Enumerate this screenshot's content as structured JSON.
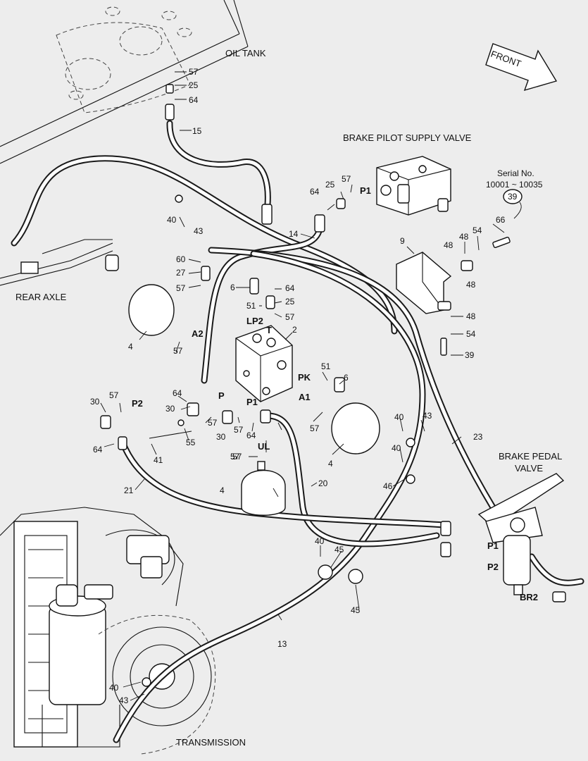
{
  "titles": {
    "oil_tank": "OIL TANK",
    "brake_pilot_supply_valve": "BRAKE PILOT SUPPLY VALVE",
    "serial_label": "Serial No.",
    "serial_range": "10001 ~ 10035",
    "serial_ref": "39",
    "rear_axle": "REAR AXLE",
    "brake_pedal_line1": "BRAKE PEDAL",
    "brake_pedal_line2": "VALVE",
    "transmission": "TRANSMISSION",
    "front": "FRONT"
  },
  "callouts": [
    {
      "id": "c57a",
      "text": "57"
    },
    {
      "id": "c25a",
      "text": "25"
    },
    {
      "id": "c64a",
      "text": "64"
    },
    {
      "id": "c15",
      "text": "15"
    },
    {
      "id": "c64b",
      "text": "64"
    },
    {
      "id": "c25b",
      "text": "25"
    },
    {
      "id": "c57b",
      "text": "57"
    },
    {
      "id": "c40a",
      "text": "40"
    },
    {
      "id": "c43a",
      "text": "43"
    },
    {
      "id": "c14",
      "text": "14"
    },
    {
      "id": "c66",
      "text": "66"
    },
    {
      "id": "c9",
      "text": "9"
    },
    {
      "id": "c48a",
      "text": "48"
    },
    {
      "id": "c48b",
      "text": "48"
    },
    {
      "id": "c54a",
      "text": "54"
    },
    {
      "id": "c60",
      "text": "60"
    },
    {
      "id": "c27",
      "text": "27"
    },
    {
      "id": "c57c",
      "text": "57"
    },
    {
      "id": "c6a",
      "text": "6"
    },
    {
      "id": "c64c",
      "text": "64"
    },
    {
      "id": "c51a",
      "text": "51"
    },
    {
      "id": "c25c",
      "text": "25"
    },
    {
      "id": "c57d",
      "text": "57"
    },
    {
      "id": "c48c",
      "text": "48"
    },
    {
      "id": "c48d",
      "text": "48"
    },
    {
      "id": "c54b",
      "text": "54"
    },
    {
      "id": "c2",
      "text": "2"
    },
    {
      "id": "c4a",
      "text": "4"
    },
    {
      "id": "c57e",
      "text": "57"
    },
    {
      "id": "c39",
      "text": "39"
    },
    {
      "id": "c51b",
      "text": "51"
    },
    {
      "id": "c6b",
      "text": "6"
    },
    {
      "id": "c57f",
      "text": "57"
    },
    {
      "id": "c64d",
      "text": "64"
    },
    {
      "id": "c30a",
      "text": "30"
    },
    {
      "id": "c30b",
      "text": "30"
    },
    {
      "id": "c57g",
      "text": "57"
    },
    {
      "id": "c55",
      "text": "55"
    },
    {
      "id": "c57h",
      "text": "57"
    },
    {
      "id": "c30c",
      "text": "30"
    },
    {
      "id": "c57i",
      "text": "57"
    },
    {
      "id": "c64e",
      "text": "64"
    },
    {
      "id": "c57j",
      "text": "57"
    },
    {
      "id": "c64f",
      "text": "64"
    },
    {
      "id": "c41",
      "text": "41"
    },
    {
      "id": "c40b",
      "text": "40"
    },
    {
      "id": "c43b",
      "text": "43"
    },
    {
      "id": "c40c",
      "text": "40"
    },
    {
      "id": "c23",
      "text": "23"
    },
    {
      "id": "c4b",
      "text": "4"
    },
    {
      "id": "c57k",
      "text": "57"
    },
    {
      "id": "c4c",
      "text": "4"
    },
    {
      "id": "c21",
      "text": "21"
    },
    {
      "id": "c20",
      "text": "20"
    },
    {
      "id": "c46",
      "text": "46"
    },
    {
      "id": "c40d",
      "text": "40"
    },
    {
      "id": "c45a",
      "text": "45"
    },
    {
      "id": "c45b",
      "text": "45"
    },
    {
      "id": "c13",
      "text": "13"
    },
    {
      "id": "c40e",
      "text": "40"
    },
    {
      "id": "c43c",
      "text": "43"
    }
  ],
  "ports": {
    "lp2": "LP2",
    "t": "T",
    "a2": "A2",
    "pk": "PK",
    "p": "P",
    "p2_left": "P2",
    "p1_mid": "P1",
    "a1": "A1",
    "ul": "UL",
    "p1_top": "P1",
    "p1_pedal": "P1",
    "p2_pedal": "P2",
    "br2": "BR2"
  }
}
